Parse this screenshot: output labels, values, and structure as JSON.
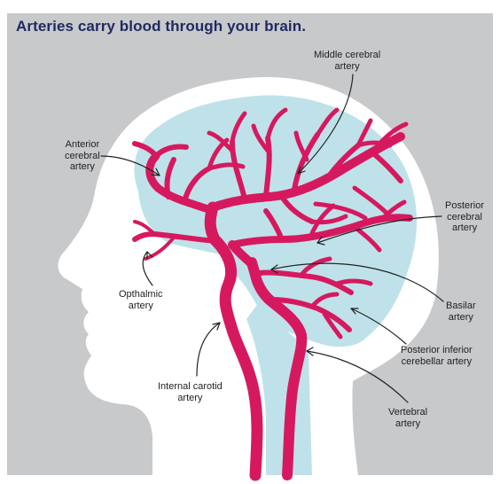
{
  "title": "Arteries carry blood through your brain.",
  "colors": {
    "background": "#c7c9cb",
    "head": "#ffffff",
    "brain": "#bfe2ea",
    "artery": "#d6195f",
    "title": "#1f2a60",
    "label": "#222222"
  },
  "labels": {
    "middle_cerebral": [
      "Middle cerebral",
      "artery"
    ],
    "anterior_cerebral": [
      "Anterior",
      "cerebral",
      "artery"
    ],
    "posterior_cerebral": [
      "Posterior",
      "cerebral",
      "artery"
    ],
    "opthalmic": [
      "Opthalmic",
      "artery"
    ],
    "basilar": [
      "Basilar",
      "artery"
    ],
    "posterior_inferior_cerebellar": [
      "Posterior inferior",
      "cerebellar artery"
    ],
    "internal_carotid": [
      "Internal carotid",
      "artery"
    ],
    "vertebral": [
      "Vertebral",
      "artery"
    ]
  }
}
